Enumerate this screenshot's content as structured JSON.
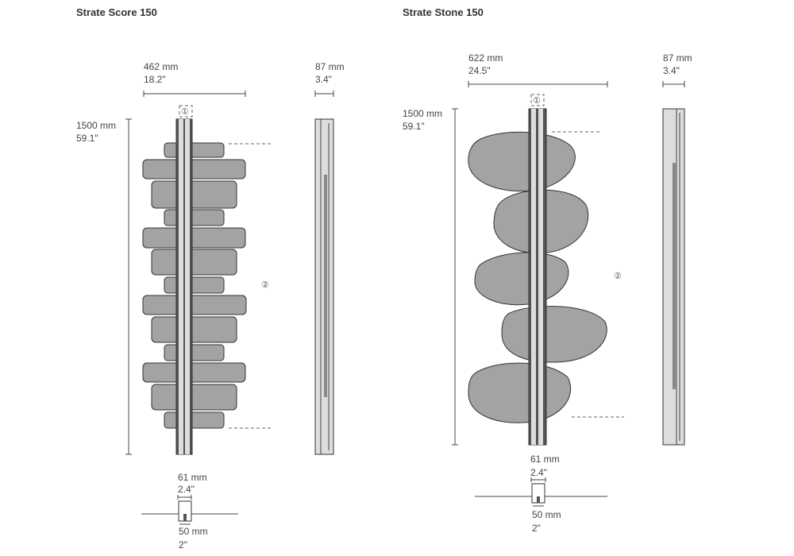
{
  "left": {
    "title": "Strate Score 150",
    "width_mm": "462 mm",
    "width_in": "18.2\"",
    "depth_mm": "87 mm",
    "depth_in": "3.4\"",
    "height_mm": "1500 mm",
    "height_in": "59.1\"",
    "marker1": "①",
    "marker2": "②",
    "bracket_top_mm": "61 mm",
    "bracket_top_in": "2.4\"",
    "bracket_bottom_mm": "50 mm",
    "bracket_bottom_in": "2\""
  },
  "right": {
    "title": "Strate Stone 150",
    "width_mm": "622 mm",
    "width_in": "24.5\"",
    "depth_mm": "87 mm",
    "depth_in": "3.4\"",
    "height_mm": "1500 mm",
    "height_in": "59.1\"",
    "marker1": "①",
    "marker2": "②",
    "bracket_top_mm": "61 mm",
    "bracket_top_in": "2.4\"",
    "bracket_bottom_mm": "50 mm",
    "bracket_bottom_in": "2\""
  }
}
